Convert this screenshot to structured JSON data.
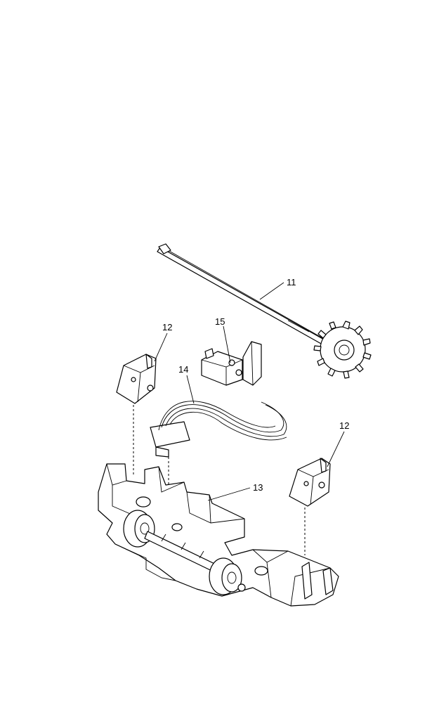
{
  "callouts": {
    "c11": "11",
    "c12_left": "12",
    "c12_right": "12",
    "c13": "13",
    "c14": "14",
    "c15": "15"
  }
}
